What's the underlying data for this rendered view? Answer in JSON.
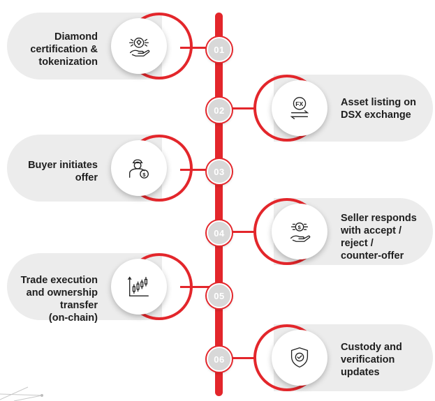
{
  "steps": [
    {
      "number": "01",
      "label": "Diamond\ncertification &\ntokenization",
      "icon": "diamond-hand-icon"
    },
    {
      "number": "02",
      "label": "Asset listing on\nDSX exchange",
      "icon": "fx-exchange-icon"
    },
    {
      "number": "03",
      "label": "Buyer initiates\noffer",
      "icon": "buyer-offer-icon"
    },
    {
      "number": "04",
      "label": "Seller responds\nwith accept /\nreject /\ncounter-offer",
      "icon": "money-hand-icon"
    },
    {
      "number": "05",
      "label": "Trade execution\nand ownership\ntransfer\n(on-chain)",
      "icon": "candlestick-chart-icon"
    },
    {
      "number": "06",
      "label": "Custody and\nverification\nupdates",
      "icon": "shield-check-icon"
    }
  ],
  "colors": {
    "accent": "#e3262b",
    "card": "#ececec",
    "number_fill": "#d8d8d8"
  }
}
